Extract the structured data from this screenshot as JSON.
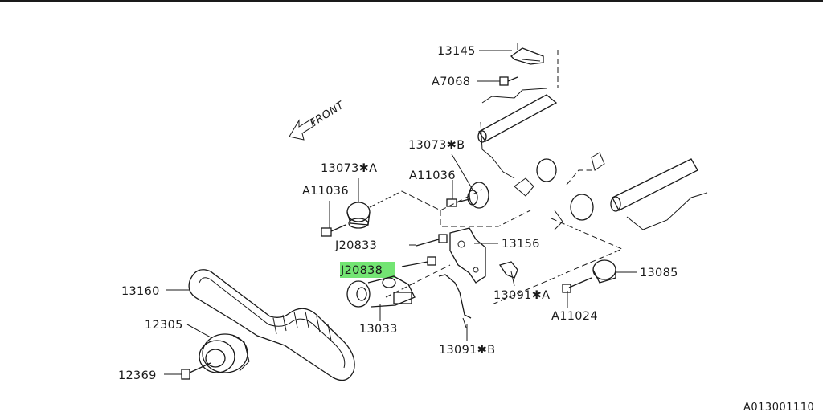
{
  "labels": {
    "p13145": "13145",
    "pA7068": "A7068",
    "p13073B": "13073✱B",
    "pA11036_right": "A11036",
    "p13073A": "13073✱A",
    "pA11036_left": "A11036",
    "pJ20833": "J20833",
    "p13156": "13156",
    "pJ20838": "J20838",
    "p13160": "13160",
    "p13033": "13033",
    "p13091A": "13091✱A",
    "p13085": "13085",
    "pA11024": "A11024",
    "p12305": "12305",
    "p13091B": "13091✱B",
    "p12369": "12369",
    "front": "FRONT",
    "figure_id": "A013001110"
  },
  "highlighted_part": "J20838",
  "colors": {
    "highlight": "#5ae05a",
    "line": "#1a1a1a",
    "background": "#ffffff"
  }
}
